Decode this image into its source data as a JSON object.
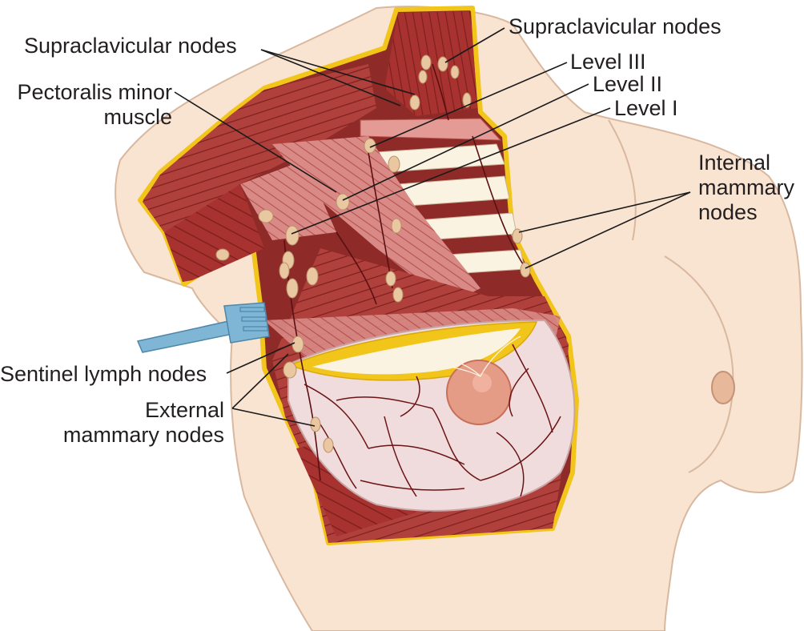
{
  "labels": {
    "supraclavicular_left": "Supraclavicular nodes",
    "supraclavicular_right": "Supraclavicular nodes",
    "pectoralis_minor_line1": "Pectoralis minor",
    "pectoralis_minor_line2": "muscle",
    "level_3": "Level III",
    "level_2": "Level II",
    "level_1": "Level I",
    "internal_mammary_line1": "Internal",
    "internal_mammary_line2": "mammary",
    "internal_mammary_line3": "nodes",
    "sentinel": "Sentinel lymph nodes",
    "external_mammary_line1": "External",
    "external_mammary_line2": "mammary nodes"
  },
  "colors": {
    "skin": "#f9e3d1",
    "skin_outline": "#d9b8a0",
    "muscle": "#a8322f",
    "muscle_dark": "#7c1f1d",
    "muscle_light": "#d98a86",
    "fascia_border": "#f2c51a",
    "node": "#e8c7a1",
    "gland": "#f0dcdc",
    "vessel": "#6b1416",
    "nipple": "#e59c86",
    "retractor": "#7fb6d6",
    "rib": "#fbf3e1"
  }
}
